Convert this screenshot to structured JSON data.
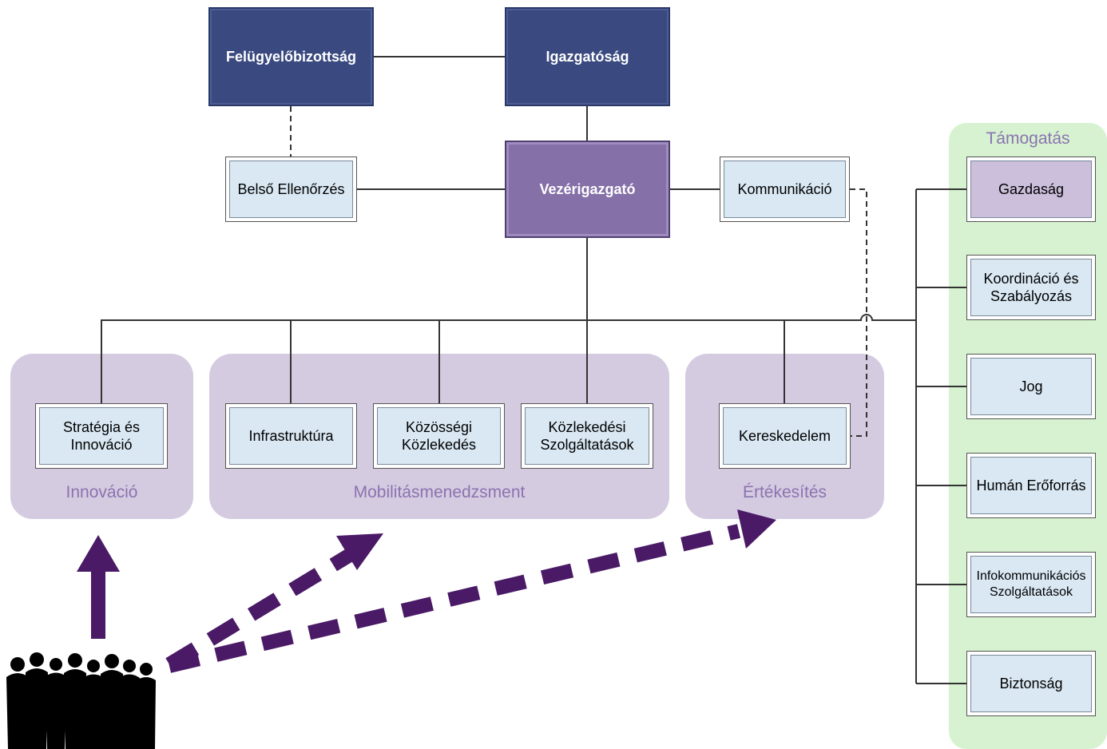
{
  "boxes": {
    "felugyelobizottsag": "Felügyelőbizottság",
    "igazgatosag": "Igazgatóság",
    "belso_ellenorzes": "Belső Ellenőrzés",
    "vezerigazgato": "Vezérigazgató",
    "kommunikacio": "Kommunikáció",
    "strategia": "Stratégia és\nInnováció",
    "infrastruktura": "Infrastruktúra",
    "kozossegi": "Közösségi\nKözlekedés",
    "kozlekedesi": "Közlekedési\nSzolgáltatások",
    "kereskedelem": "Kereskedelem"
  },
  "groups": {
    "innovacio": "Innováció",
    "mobilitas": "Mobilitásmenedzsment",
    "ertekesites": "Értékesítés",
    "tamogatas": "Támogatás"
  },
  "support": {
    "gazdasag": "Gazdaság",
    "koordinacio": "Koordináció és\nSzabályozás",
    "jog": "Jog",
    "human": "Humán Erőforrás",
    "infokom": "Infokommunikációs\nSzolgáltatások",
    "biztonsag": "Biztonság"
  },
  "colors": {
    "board": "#3a4a80",
    "ceo": "#8570a8",
    "unit": "#d9e8f3",
    "group": "#d4cbe0",
    "support_group": "#d6f2d0",
    "group_label": "#8b73b0",
    "arrow": "#4a1a66"
  }
}
